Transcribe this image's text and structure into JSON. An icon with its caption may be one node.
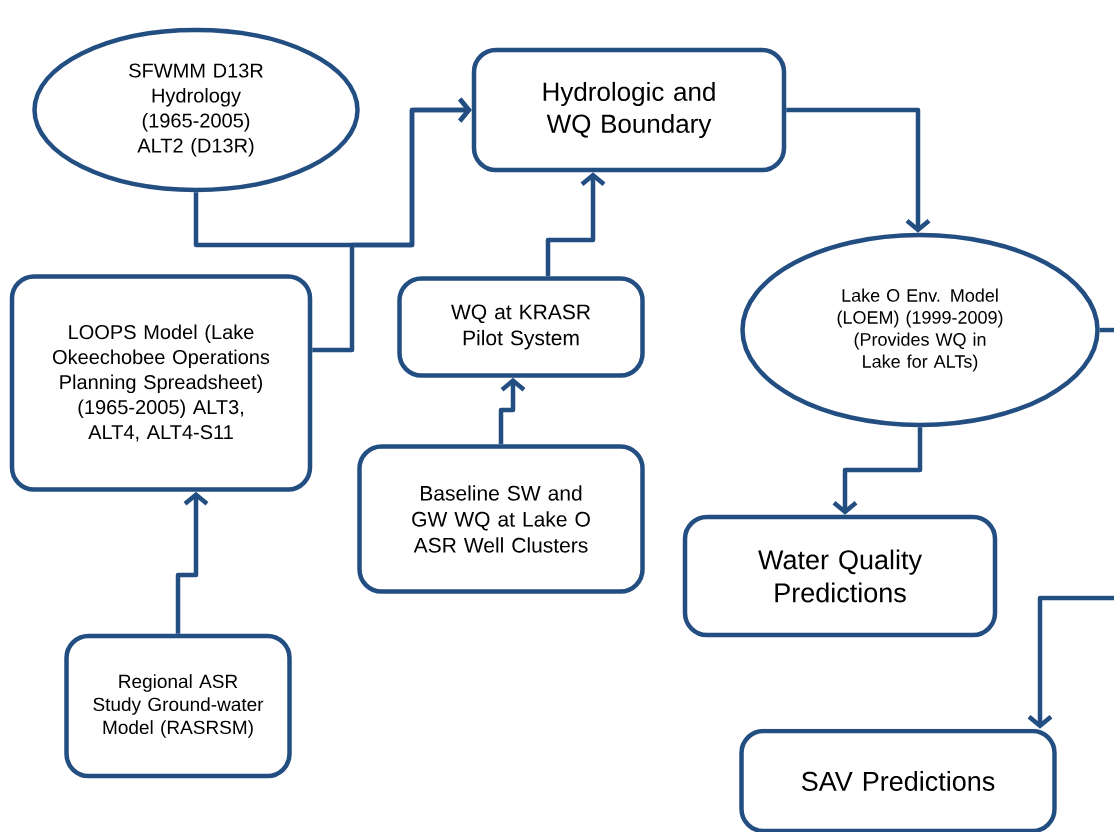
{
  "diagram": {
    "nodes": [
      {
        "text": [
          "SFWMM D13R Hydrology (1965-2005) ALT2 (D13R)"
        ]
      },
      {
        "text": [
          "Hydrologic and WQ Boundary"
        ]
      },
      {
        "text": [
          "LOOPS Model (Lake Okeechobee Operations Planning Spreadsheet) (1965-2005) ALT3, ALT4, ALT4-S11"
        ]
      },
      {
        "text": [
          "WQ at KRASR Pilot System"
        ]
      },
      {
        "text": [
          "Lake O Env. Model (LOEM) (1999-2009) (Provides WQ in Lake for ALTs)"
        ]
      },
      {
        "text": [
          "Baseline SW and GW WQ at Lake O ASR Well Clusters"
        ]
      },
      {
        "text": [
          "Water Quality Predictions"
        ]
      },
      {
        "text": [
          "Regional ASR Study Ground-water Model (RASRSM)"
        ]
      },
      {
        "text": [
          "SAV Predictions"
        ]
      }
    ],
    "edges": [
      {
        "from": 0,
        "to": 1,
        "arrow": "to"
      },
      {
        "from": 2,
        "to": 1,
        "arrow": "to"
      },
      {
        "from": 3,
        "to": 1,
        "arrow": "to"
      },
      {
        "from": 5,
        "to": 3,
        "arrow": "to"
      },
      {
        "from": 7,
        "to": 2,
        "arrow": "to"
      },
      {
        "from": 1,
        "to": 4,
        "arrow": "to"
      },
      {
        "from": 4,
        "to": 6,
        "arrow": "to"
      },
      {
        "from": 4,
        "to": null,
        "arrow": "none"
      },
      {
        "from": null,
        "to": 8,
        "arrow": "to"
      }
    ]
  }
}
